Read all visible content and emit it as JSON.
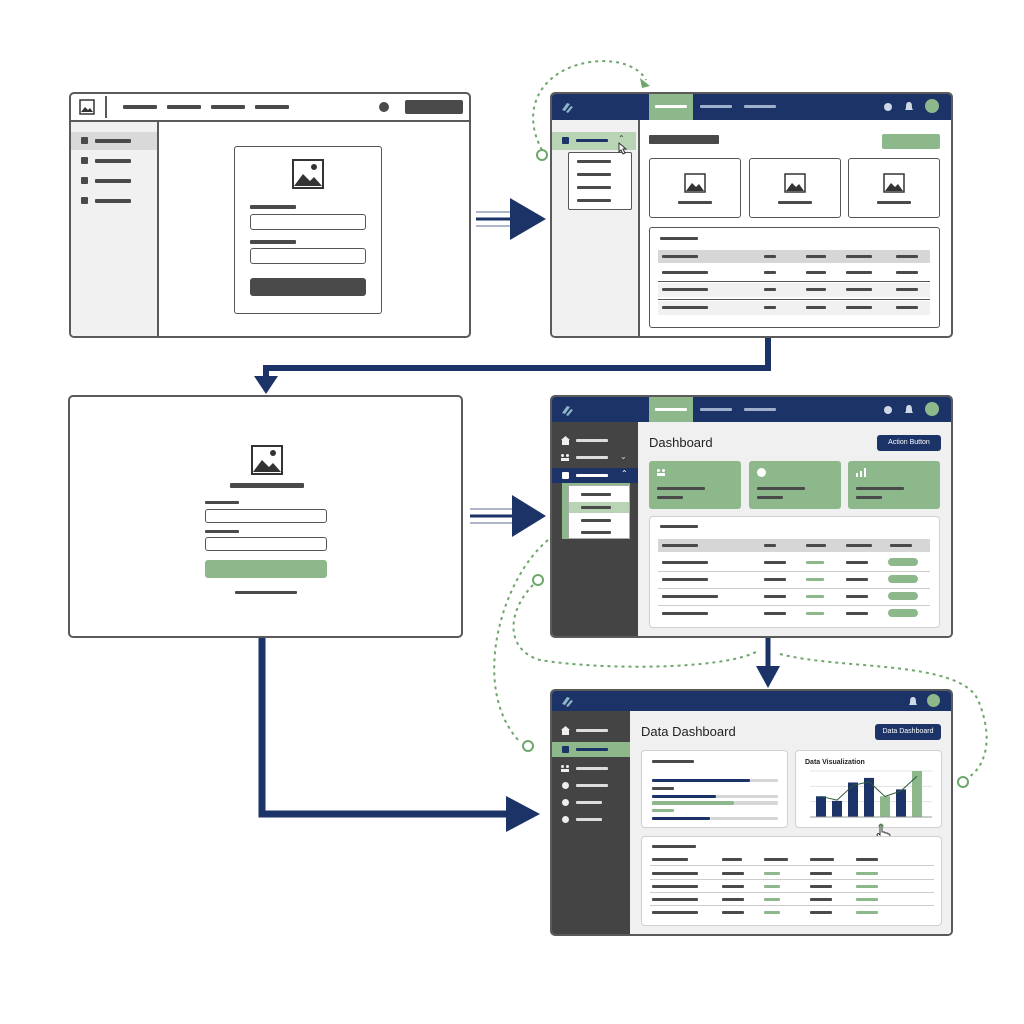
{
  "screen4": {
    "page_title": "Dashboard",
    "action_button_label": "Action Button"
  },
  "screen5": {
    "page_title": "Data Dashboard",
    "header_button_label": "Data Dashboard",
    "viz_panel_title": "Data Visualization",
    "bar_values": [
      0.45,
      0.35,
      0.75,
      0.85,
      0.45,
      0.6,
      1.0
    ]
  },
  "colors": {
    "navy": "#1b3366",
    "green": "#8db88b",
    "dark_sidebar": "#444444",
    "dotted_connector": "#6ea66c"
  },
  "icons": [
    "image-placeholder-icon",
    "logo-icon",
    "bell-icon",
    "avatar-icon",
    "home-icon",
    "users-icon",
    "pointer-cursor-icon"
  ]
}
